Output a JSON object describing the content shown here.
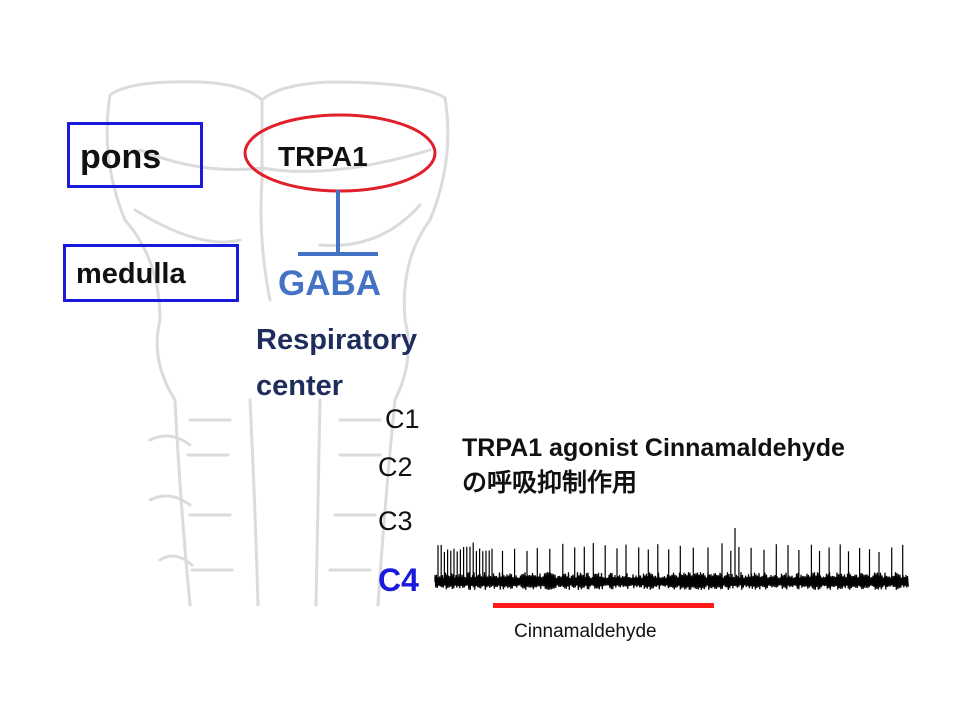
{
  "labels": {
    "pons": "pons",
    "medulla": "medulla",
    "trpa1": "TRPA1",
    "gaba": "GABA",
    "respiratory_line1": "Respiratory",
    "respiratory_line2": "center",
    "c1": "C1",
    "c2": "C2",
    "c3": "C3",
    "c4": "C4"
  },
  "title": {
    "line1": "TRPA1 agonist Cinnamaldehyde",
    "line2": "の呼吸抑制作用"
  },
  "recording": {
    "stimulus_label": "Cinnamaldehyde"
  },
  "colors": {
    "box_border": "#1a1adc",
    "ellipse": "#e0202a",
    "inhibit_line": "#4472c4",
    "gaba_text": "#4472c4",
    "respiratory_text": "#1f2d5c",
    "c4_text": "#1a1adc",
    "stimulus_bar": "#ff1a1a",
    "trace": "#000000"
  },
  "icons": {
    "background": "brainstem-spinal-cord-drawing",
    "inhibition": "inhibition-t-bar-icon"
  }
}
